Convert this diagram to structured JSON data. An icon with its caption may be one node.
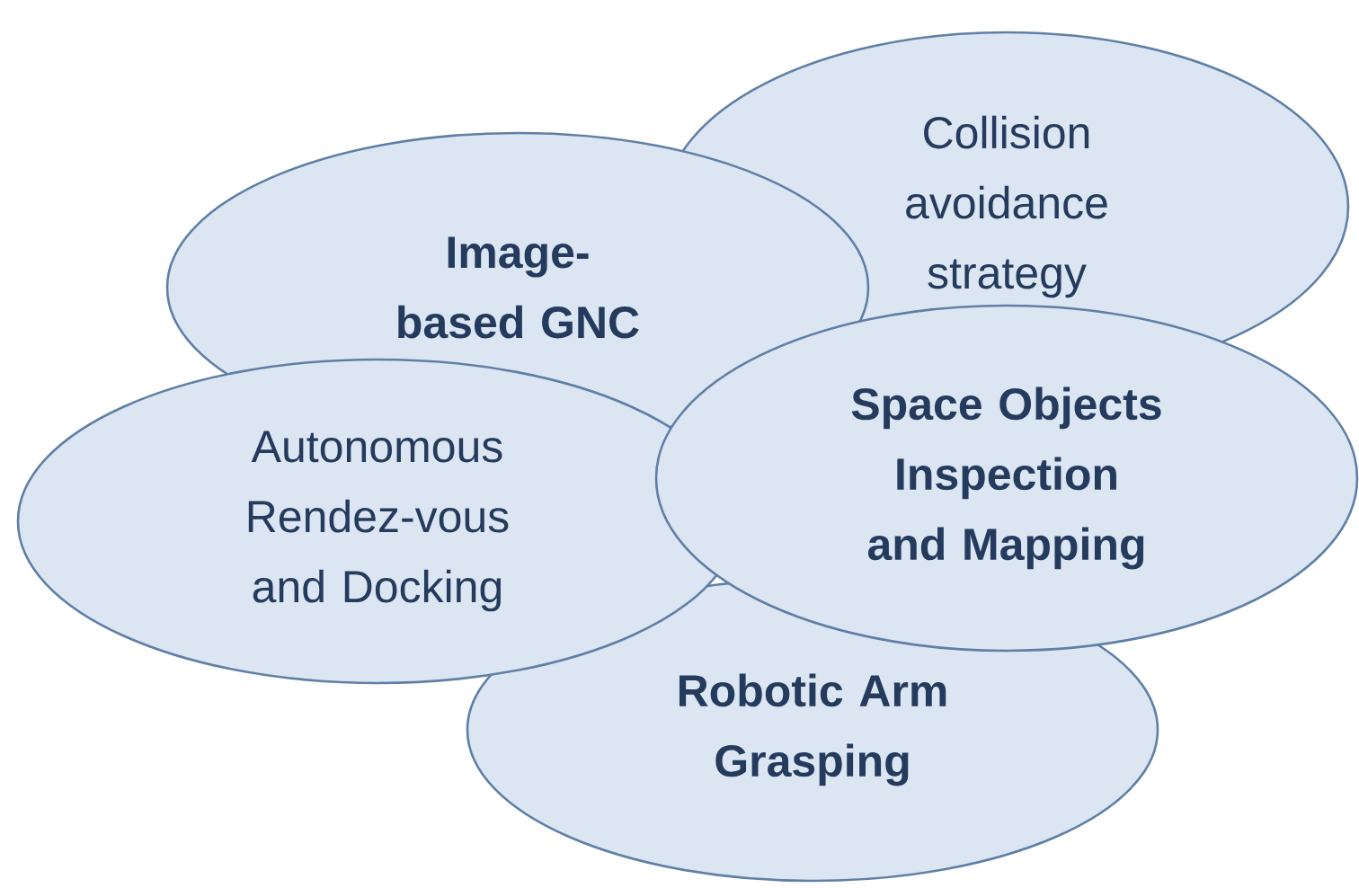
{
  "diagram": {
    "nodes": [
      {
        "text": [
          "Collision avoidance strategy"
        ]
      },
      {
        "text": [
          "Image-based GNC"
        ]
      },
      {
        "text": [
          "Autonomous Rendez-vous and Docking"
        ]
      },
      {
        "text": [
          "Space Objects Inspection and Mapping"
        ]
      },
      {
        "text": [
          "Robotic Arm Grasping"
        ]
      }
    ]
  }
}
